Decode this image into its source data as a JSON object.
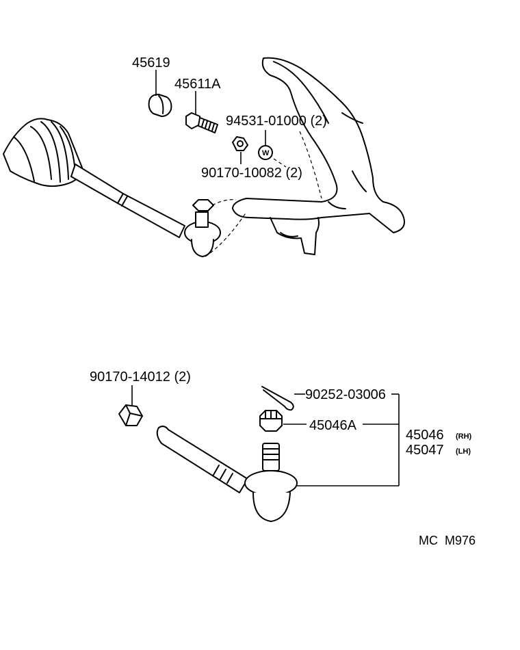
{
  "labels": {
    "p45619": "45619",
    "p45611a": "45611A",
    "p9453101000": "94531-01000 (2)",
    "pw": "W",
    "p9017010082": "90170-10082 (2)",
    "p9017014012": "90170-14012 (2)",
    "p9025203006": "90252-03006",
    "p45046a": "45046A",
    "p45046": "45046",
    "p45046_side": "(RH)",
    "p45047": "45047",
    "p45047_side": "(LH)",
    "code": "MC  M976"
  },
  "colors": {
    "ink": "#000000",
    "paper": "#ffffff"
  }
}
